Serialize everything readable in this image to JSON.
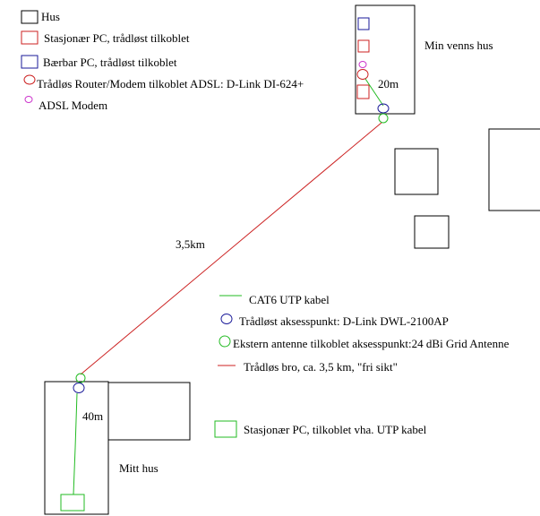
{
  "legend": {
    "hus": "Hus",
    "stasjonaer_pc": "Stasjonær PC, trådløst tilkoblet",
    "baerbar_pc": "Bærbar PC, trådløst tilkoblet",
    "router": "Trådløs Router/Modem tilkoblet ADSL: D-Link DI-624+",
    "adsl_modem": "ADSL Modem",
    "cat6": "CAT6 UTP kabel",
    "aksesspunkt": "Trådløst aksesspunkt: D-Link DWL-2100AP",
    "antenne": "Ekstern antenne tilkoblet aksesspunkt:24 dBi Grid Antenne",
    "bro": "Trådløs bro, ca. 3,5 km, \"fri sikt\"",
    "stasjonaer_utp": "Stasjonær PC, tilkoblet vha. UTP kabel"
  },
  "labels": {
    "min_venns_hus": "Min venns hus",
    "mitt_hus": "Mitt hus",
    "distance_friend": "20m",
    "distance_mine": "40m",
    "link_distance": "3,5km"
  },
  "colors": {
    "house": "#000000",
    "stationary_pc": "#cc2222",
    "laptop": "#1a1a99",
    "router": "#cc2222",
    "adsl_modem": "#cc33cc",
    "cat6": "#22bb22",
    "access_point": "#1a1a99",
    "antenna": "#22bb22",
    "bridge": "#cc2222"
  }
}
